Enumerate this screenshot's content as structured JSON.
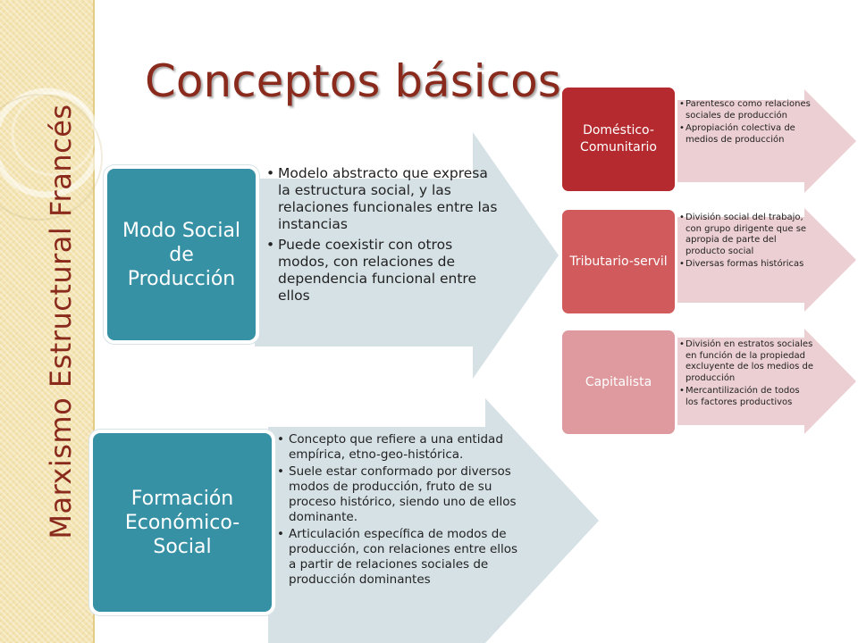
{
  "colors": {
    "title_red": "#8a2a1c",
    "teal": "#3791a5",
    "arrow_blue": "#d6e1e6",
    "arrow_pink": "#eccfd2",
    "dark_red": "#b52a2e",
    "mid_red": "#d05a5c",
    "light_red": "#de9a9e",
    "strip": "#f3e4b2"
  },
  "side_title": "Marxismo Estructural Francés",
  "main_title": "Conceptos básicos",
  "modo": {
    "label": "Modo Social de Producción",
    "bullets": [
      "Modelo abstracto que expresa la estructura social, y las relaciones funcionales entre las instancias",
      "Puede coexistir con otros modos, con relaciones de dependencia funcional entre ellos"
    ]
  },
  "formacion": {
    "label": "Formación Económico-Social",
    "bullets": [
      "Concepto que refiere a una entidad empírica, etno-geo-histórica.",
      "Suele estar conformado por diversos modos de producción, fruto de su proceso histórico, siendo uno de ellos dominante.",
      "Articulación específica de modos de producción, con relaciones entre ellos a partir de relaciones sociales de producción dominantes"
    ]
  },
  "domestico": {
    "label": "Doméstico-Comunitario",
    "bullets": [
      "Parentesco como relaciones sociales de producción",
      "Apropiación colectiva de medios de producción"
    ]
  },
  "tributario": {
    "label": "Tributario-servil",
    "bullets": [
      "División social del trabajo, con grupo dirigente que se apropia de parte del producto social",
      "Diversas formas históricas"
    ]
  },
  "capitalista": {
    "label": "Capitalista",
    "bullets": [
      "División en estratos sociales en función de la propiedad excluyente de los medios de producción",
      "Mercantilización de todos los factores productivos"
    ]
  }
}
